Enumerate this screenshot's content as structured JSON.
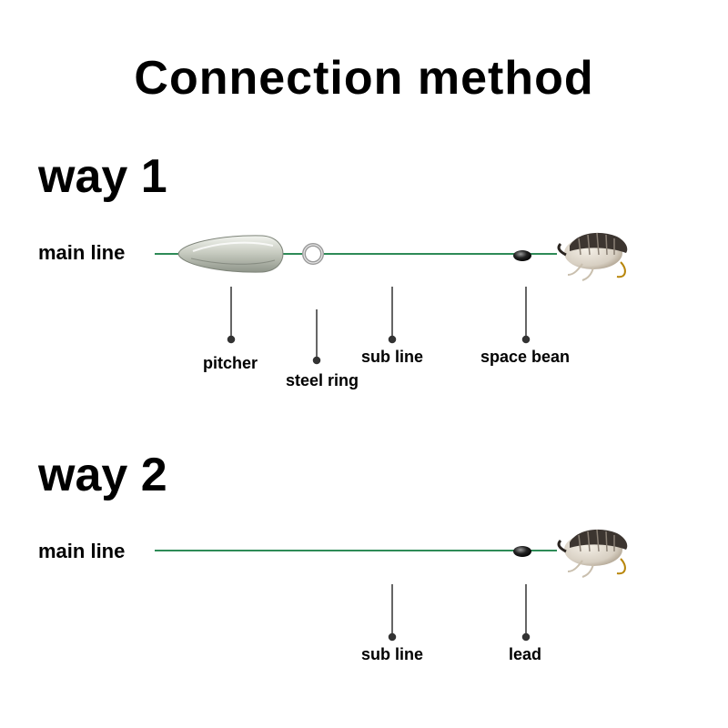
{
  "title": "Connection method",
  "way1": {
    "heading": "way 1",
    "main_line_label": "main line",
    "callouts": {
      "pitcher": "pitcher",
      "steel_ring": "steel ring",
      "sub_line": "sub line",
      "space_bean": "space bean"
    }
  },
  "way2": {
    "heading": "way 2",
    "main_line_label": "main line",
    "callouts": {
      "sub_line": "sub line",
      "lead": "lead"
    }
  },
  "colors": {
    "line": "#2e8b57",
    "callout": "#333333"
  }
}
